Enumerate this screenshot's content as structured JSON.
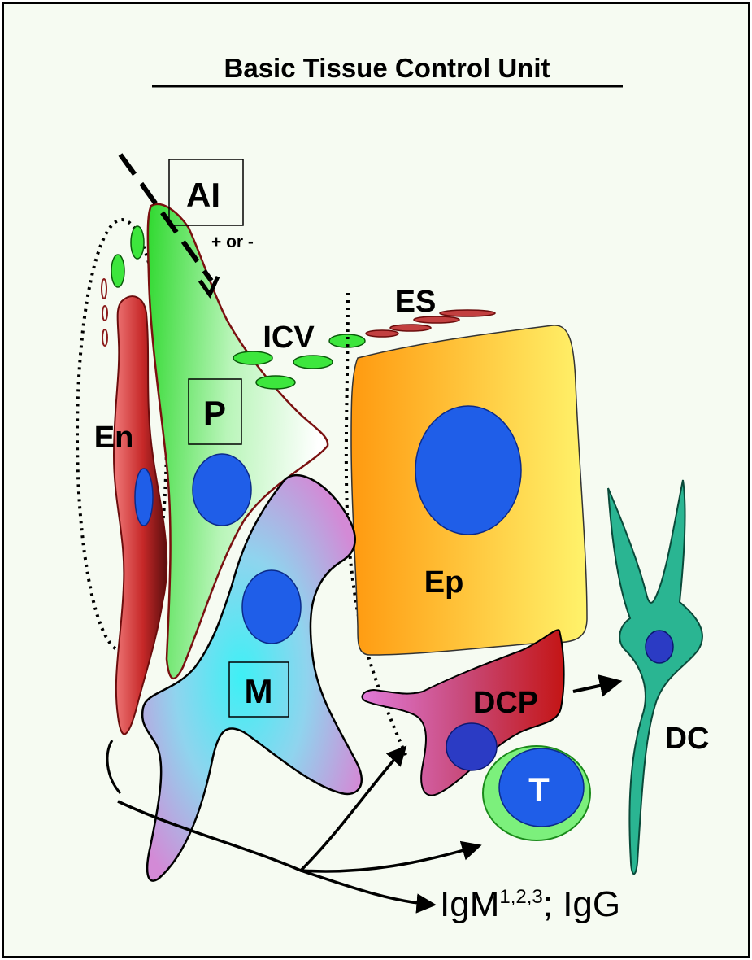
{
  "title": "Basic Tissue Control Unit",
  "labels": {
    "ai": "AI",
    "plus_or_minus": "+ or -",
    "es": "ES",
    "icv": "ICV",
    "en": "En",
    "p": "P",
    "ep": "Ep",
    "m": "M",
    "dcp": "DCP",
    "dc": "DC",
    "t": "T",
    "ig_main": "IgM",
    "ig_sup": "1,2,3",
    "ig_rest": "; IgG"
  },
  "colors": {
    "background": "#f6fbf2",
    "endothelial_red": "#d93a3a",
    "pericyte_green": "#3de63d",
    "epithelial_orange": "#ffa61a",
    "epithelial_yellow": "#fff066",
    "nucleus_blue": "#1f5ee8",
    "dcp_red": "#c8171c",
    "dc_teal": "#2ab592",
    "macrophage_pink": "#d38ad6",
    "macrophage_cyan": "#46e8ef"
  }
}
